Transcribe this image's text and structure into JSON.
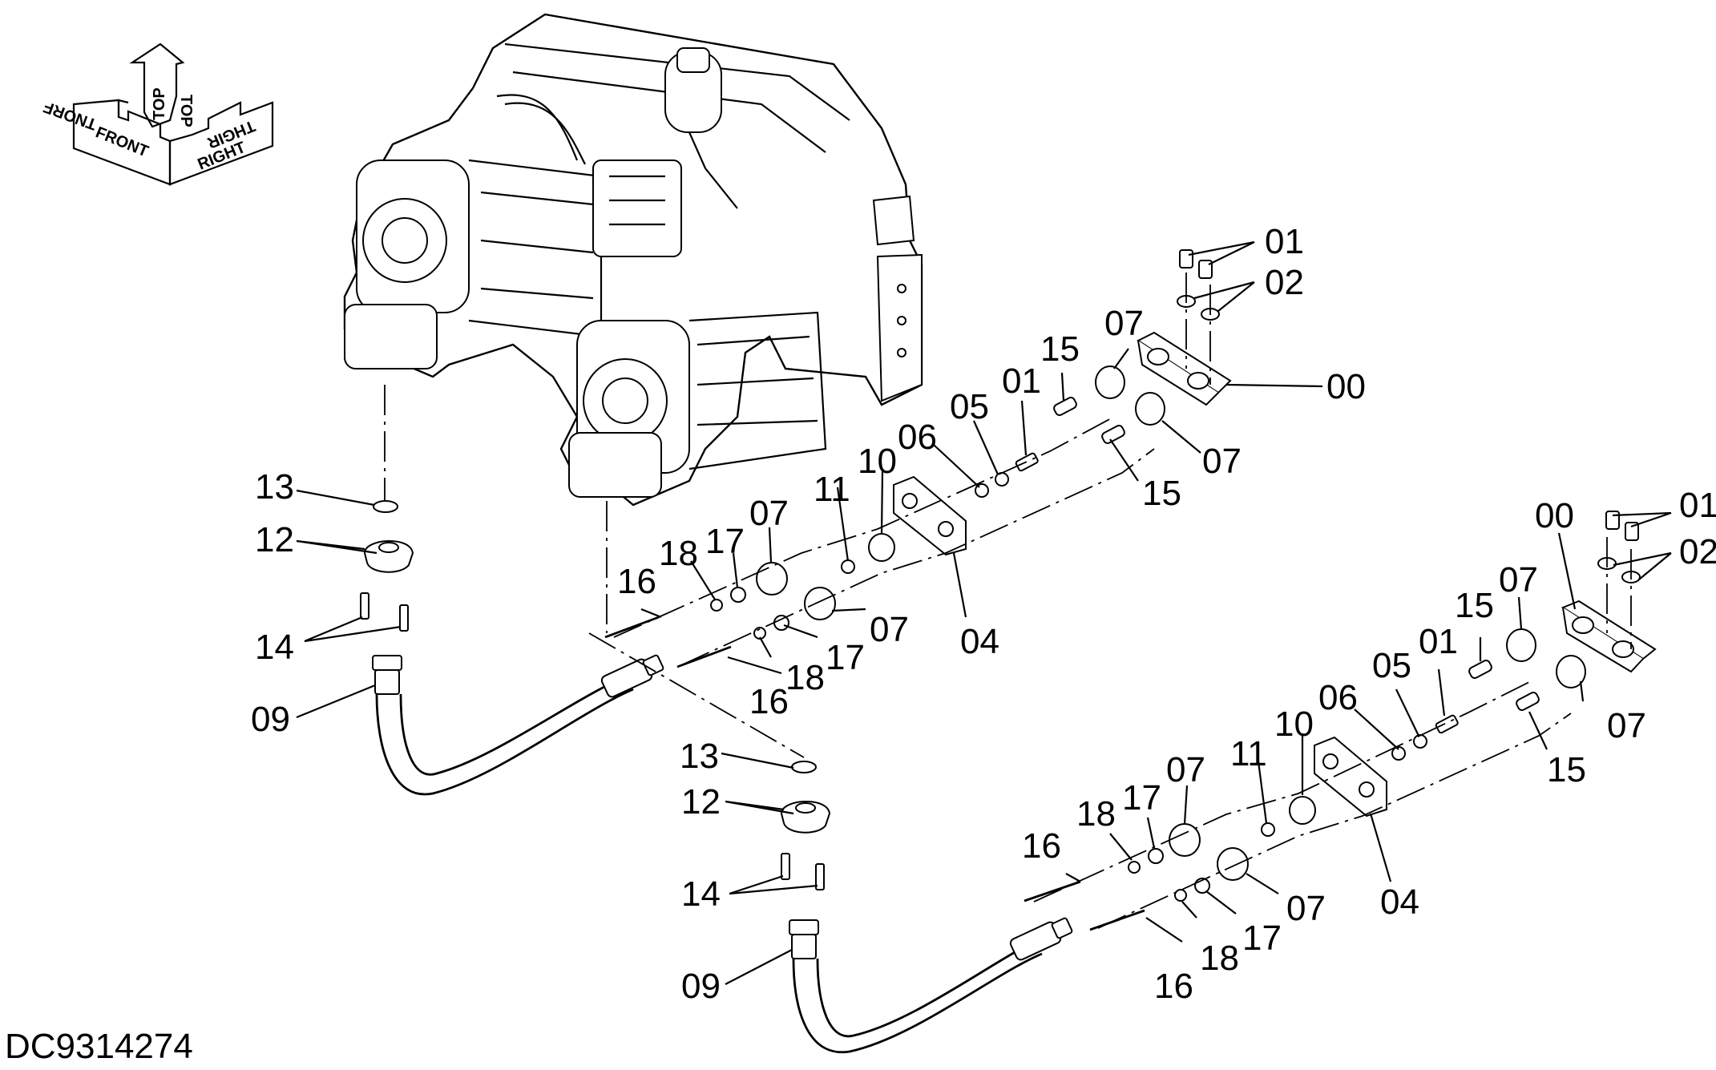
{
  "diagram_id": "DC9314274",
  "direction_indicator": {
    "front": "FRONT",
    "top": "TOP",
    "right": "RIGHT"
  },
  "labels": {
    "l00": "00",
    "l01": "01",
    "l02": "02",
    "l04": "04",
    "l05": "05",
    "l06": "06",
    "l07": "07",
    "l09": "09",
    "l10": "10",
    "l11": "11",
    "l12": "12",
    "l13": "13",
    "l14": "14",
    "l15": "15",
    "l16": "16",
    "l17": "17",
    "l18": "18"
  }
}
